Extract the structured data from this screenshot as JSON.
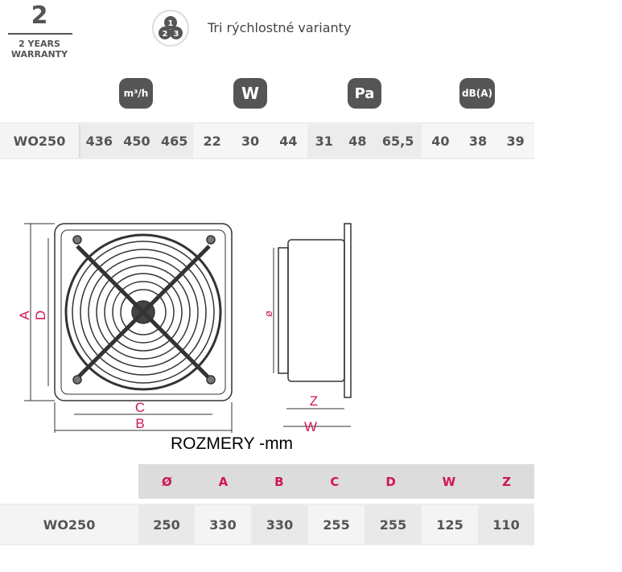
{
  "warranty": {
    "number": "2",
    "label_line1": "2 YEARS",
    "label_line2": "WARRANTY"
  },
  "speeds": {
    "icon": "three-speed-icon",
    "digits": [
      "1",
      "2",
      "3"
    ],
    "text": "Tri rýchlostné varianty"
  },
  "performance": {
    "units": [
      "m³/h",
      "W",
      "Pa",
      "dB(A)"
    ],
    "model": "WO250",
    "groups": [
      [
        "436",
        "450",
        "465"
      ],
      [
        "22",
        "30",
        "44"
      ],
      [
        "31",
        "48",
        "65,5"
      ],
      [
        "40",
        "38",
        "39"
      ]
    ]
  },
  "drawing": {
    "labels": [
      "A",
      "D",
      "C",
      "B",
      "ø",
      "Z",
      "W"
    ],
    "accent": "#d0155a"
  },
  "dimensions": {
    "title": "ROZMERY -mm",
    "headers": [
      "Ø",
      "A",
      "B",
      "C",
      "D",
      "W",
      "Z"
    ],
    "model": "WO250",
    "values": [
      "250",
      "330",
      "330",
      "255",
      "255",
      "125",
      "110"
    ]
  }
}
